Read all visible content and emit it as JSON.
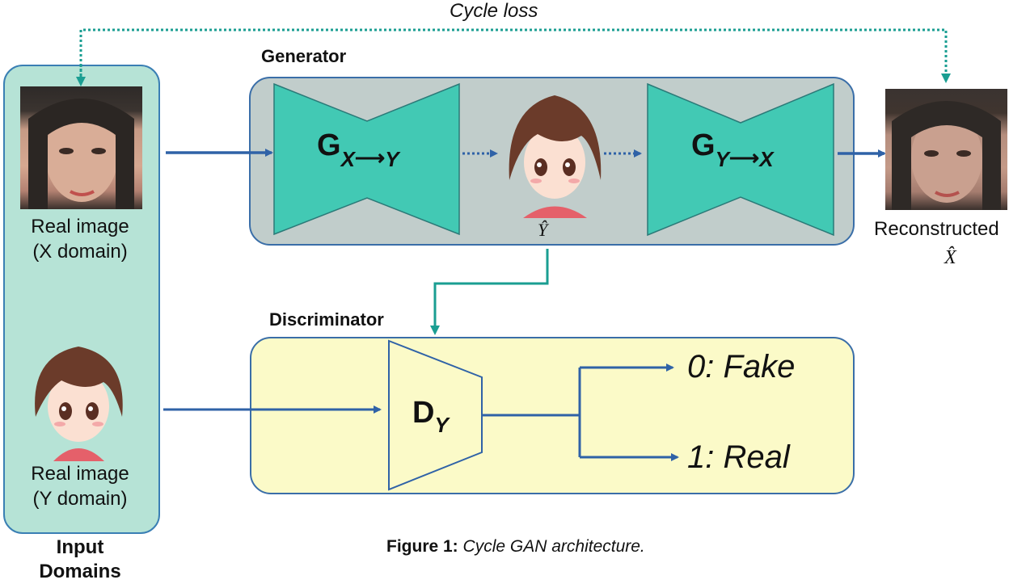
{
  "cycle_loss": "Cycle loss",
  "generator": {
    "title": "Generator",
    "g1": {
      "main": "G",
      "from": "X",
      "to": "Y"
    },
    "g2": {
      "main": "G",
      "from": "Y",
      "to": "X"
    },
    "intermediate_label": "Ŷ"
  },
  "discriminator": {
    "title": "Discriminator",
    "d": {
      "main": "D",
      "sub": "Y"
    },
    "out_fake": "0: Fake",
    "out_real": "1: Real"
  },
  "input": {
    "real_x_line1": "Real image",
    "real_x_line2": "(X domain)",
    "real_y_line1": "Real image",
    "real_y_line2": "(Y domain)",
    "title_line1": "Input",
    "title_line2": "Domains"
  },
  "reconstructed": {
    "line1": "Reconstructed",
    "symbol": "X̂"
  },
  "figure_caption": {
    "label": "Figure 1:",
    "text": "Cycle GAN architecture."
  },
  "colors": {
    "teal": "#42c9b4",
    "blue_arrow": "#2f62a7",
    "cycle_arrow": "#1a9e92",
    "disc_fill": "#fbfac8"
  }
}
